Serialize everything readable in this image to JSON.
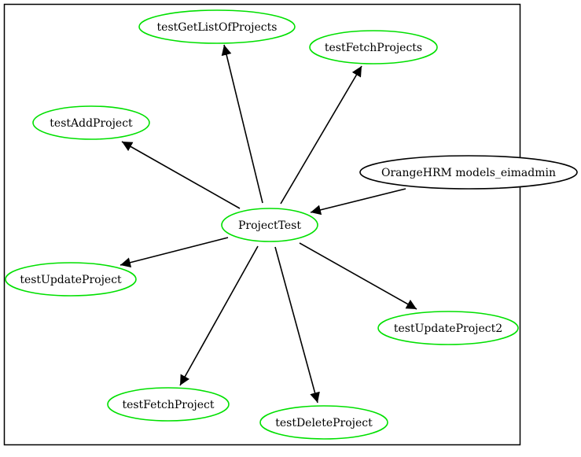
{
  "diagram": {
    "center": {
      "label": "ProjectTest"
    },
    "source": {
      "label": "OrangeHRM models_eimadmin"
    },
    "tests": [
      {
        "label": "testGetListOfProjects"
      },
      {
        "label": "testFetchProjects"
      },
      {
        "label": "testAddProject"
      },
      {
        "label": "testUpdateProject"
      },
      {
        "label": "testUpdateProject2"
      },
      {
        "label": "testFetchProject"
      },
      {
        "label": "testDeleteProject"
      }
    ]
  },
  "colors": {
    "test_node_border": "#00e000",
    "node_border": "#000000",
    "edge": "#000000",
    "cluster_border": "#000000"
  }
}
